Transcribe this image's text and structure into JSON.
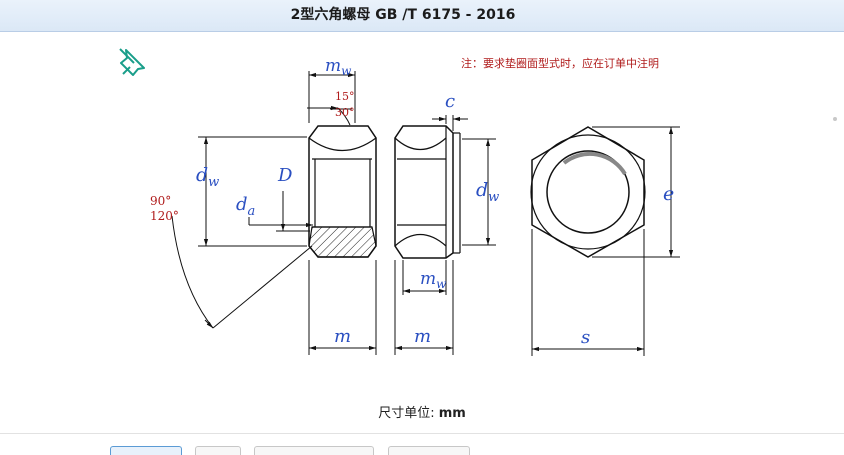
{
  "header": {
    "title": "2型六角螺母 GB /T 6175 - 2016"
  },
  "note": "注：要求垫圈面型式时，应在订单中注明",
  "icons": {
    "pin": "pushpin-icon"
  },
  "labels": {
    "mw": "m",
    "mw_sub": "w",
    "angle_15": "15°",
    "angle_30": "30°",
    "dw": "d",
    "dw_sub": "w",
    "D": "D",
    "da": "d",
    "da_sub": "a",
    "angle_90": "90°",
    "angle_120": "120°",
    "m_left": "m",
    "c": "c",
    "dw2": "d",
    "dw2_sub": "w",
    "mw2": "m",
    "mw2_sub": "w",
    "m_mid": "m",
    "e": "e",
    "s": "s"
  },
  "footer": {
    "unit_prefix": "尺寸单位: ",
    "unit_value": "mm"
  },
  "colors": {
    "label_blue": "#2a4fc1",
    "note_red": "#b01c1c",
    "pin_teal": "#1a9e8a"
  }
}
